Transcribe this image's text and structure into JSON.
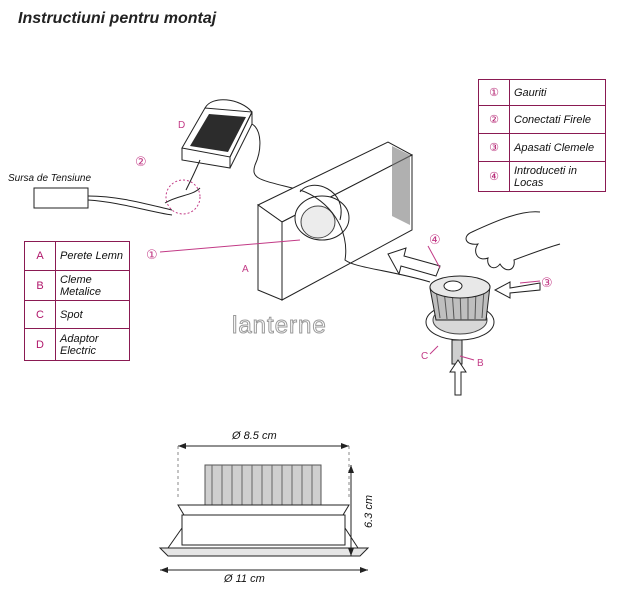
{
  "title": "Instructiuni pentru montaj",
  "legend_steps": [
    {
      "key": "①",
      "text": "Gauriti"
    },
    {
      "key": "②",
      "text": "Conectati Firele"
    },
    {
      "key": "③",
      "text": "Apasati Clemele"
    },
    {
      "key": "④",
      "text": "Introduceti in Locas"
    }
  ],
  "legend_parts": [
    {
      "key": "A",
      "text": "Perete Lemn"
    },
    {
      "key": "B",
      "text": "Cleme Metalice"
    },
    {
      "key": "C",
      "text": "Spot"
    },
    {
      "key": "D",
      "text": "Adaptor Electric"
    }
  ],
  "labels": {
    "power_source": "Sursa de Tensiune",
    "d": "D",
    "a": "A",
    "b": "B",
    "c": "C",
    "step1": "①",
    "step2": "②",
    "step3": "③",
    "step4": "④"
  },
  "dimensions": {
    "top_width": "Ø 8.5 cm",
    "bottom_width": "Ø 11 cm",
    "height": "6.3 cm"
  },
  "watermark": "lanterne",
  "colors": {
    "accent": "#c23a86",
    "line": "#222222"
  }
}
